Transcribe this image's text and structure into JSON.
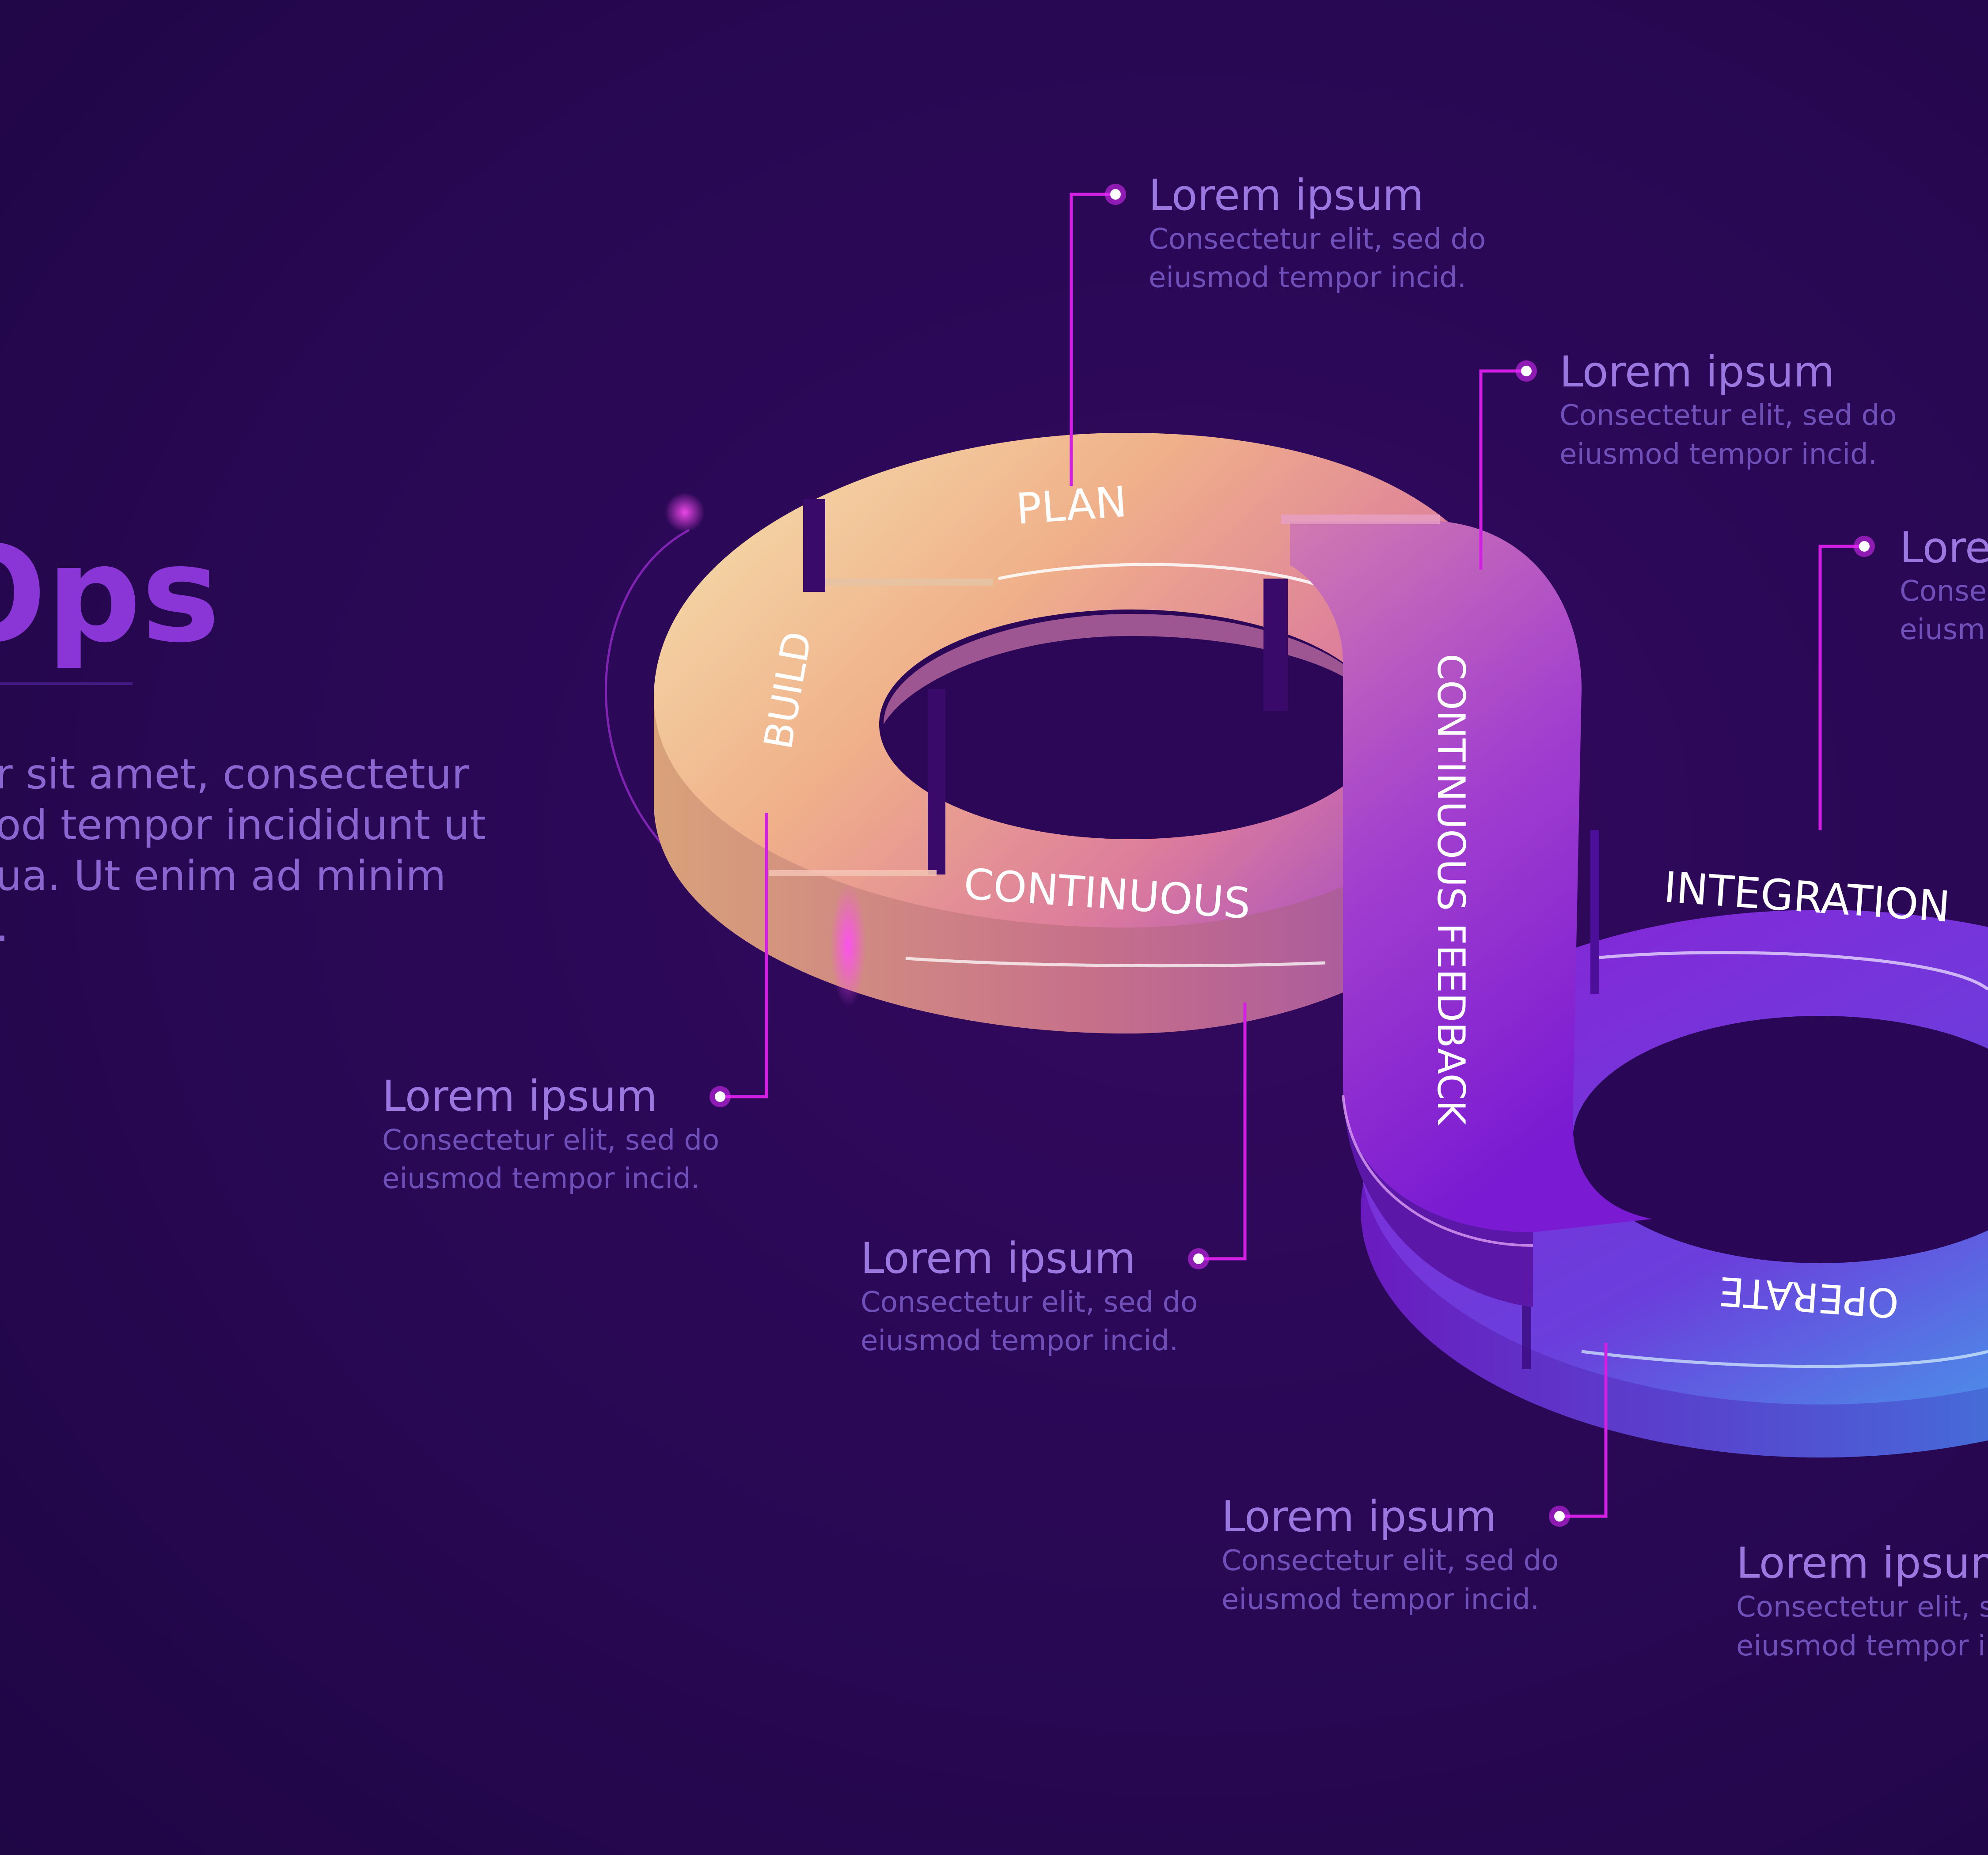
{
  "heading": {
    "fragment": "Ops"
  },
  "body_text": [
    "r sit amet, consectetur",
    "od tempor incididunt ut",
    "ua. Ut enim ad minim",
    "."
  ],
  "stages": {
    "plan": "PLAN",
    "build": "BUILD",
    "continuous": "CONTINUOUS",
    "continuous_feedback": "CONTINUOUS FEEDBACK",
    "integration": "INTEGRATION",
    "operate": "OPERATE"
  },
  "annotations": [
    {
      "title": "Lorem ipsum",
      "line1": "Consectetur elit, sed do",
      "line2": "eiusmod tempor incid."
    },
    {
      "title": "Lorem ipsum",
      "line1": "Consectetur elit, sed do",
      "line2": "eiusmod tempor incid."
    },
    {
      "title": "Lore",
      "line1": "Conse",
      "line2": "eiusm"
    },
    {
      "title": "Lorem ipsum",
      "line1": "Consectetur elit, sed do",
      "line2": "eiusmod tempor incid."
    },
    {
      "title": "Lorem ipsum",
      "line1": "Consectetur elit, sed do",
      "line2": "eiusmod tempor incid."
    },
    {
      "title": "Lorem ipsum",
      "line1": "Consectetur elit, sed do",
      "line2": "eiusmod tempor incid."
    },
    {
      "title": "Lorem ipsum",
      "line1": "Consectetur elit, s",
      "line2": "eiusmod tempor in"
    }
  ],
  "colors": {
    "background": "#2a0856",
    "leader": "#d21fe3",
    "left_ring_light": "#f3deaa",
    "left_ring_pink": "#e88a9a",
    "right_ring_purple": "#7a1fd0",
    "right_ring_blue": "#3fb8ee"
  }
}
